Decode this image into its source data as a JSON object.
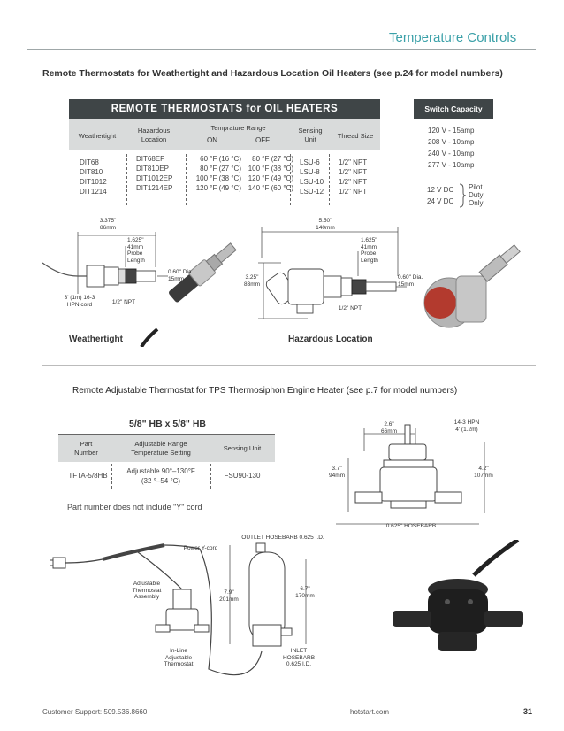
{
  "header": {
    "section": "Temperature Controls"
  },
  "oil": {
    "heading": "Remote Thermostats for Weathertight and Hazardous Location Oil Heaters (see p.24 for model numbers)",
    "table_title": "REMOTE THERMOSTATS for OIL HEATERS",
    "columns": {
      "weathertight": "Weathertight",
      "hazardous": "Hazardous\nLocation",
      "temp_range": "Temprature Range",
      "on": "ON",
      "off": "OFF",
      "sensing": "Sensing\nUnit",
      "thread": "Thread Size"
    },
    "rows": [
      {
        "weathertight": "DIT68",
        "hazardous": "DIT68EP",
        "on": "60 °F (16 °C)",
        "off": "80 °F (27 °C)",
        "sensing": "LSU-6",
        "thread": "1/2\" NPT"
      },
      {
        "weathertight": "DIT810",
        "hazardous": "DIT810EP",
        "on": "80 °F (27 °C)",
        "off": "100 °F (38 °C)",
        "sensing": "LSU-8",
        "thread": "1/2\" NPT"
      },
      {
        "weathertight": "DIT1012",
        "hazardous": "DIT1012EP",
        "on": "100 °F (38 °C)",
        "off": "120 °F (49 °C)",
        "sensing": "LSU-10",
        "thread": "1/2\" NPT"
      },
      {
        "weathertight": "DIT1214",
        "hazardous": "DIT1214EP",
        "on": "120 °F (49 °C)",
        "off": "140 °F (60 °C)",
        "sensing": "LSU-12",
        "thread": "1/2\" NPT"
      }
    ],
    "switch": {
      "title": "Switch Capacity",
      "ac": [
        "120 V - 15amp",
        "208 V - 10amp",
        "240 V - 10amp",
        "277 V - 10amp"
      ],
      "dc": [
        "12 V DC",
        "24 V DC"
      ],
      "dc_note": "Pilot\nDuty\nOnly"
    },
    "weathertight": {
      "caption": "Weathertight",
      "dim_len": "3.375\"\n86mm",
      "dim_probe": "1.625\"\n41mm\nProbe\nLength",
      "dim_dia": "0.60\" Dia.\n15mm",
      "cord": "3' (1m) 16-3\nHPN cord",
      "npt": "1/2\" NPT"
    },
    "hazardous": {
      "caption": "Hazardous Location",
      "dim_len": "5.50\"\n140mm",
      "dim_height": "3.25\"\n83mm",
      "dim_probe": "1.625\"\n41mm\nProbe\nLength",
      "dim_dia": "0.60\" Dia.\n15mm",
      "npt": "1/2\" NPT"
    }
  },
  "tps": {
    "heading": "Remote Adjustable Thermostat for TPS Thermosiphon Engine Heater (see p.7 for model numbers)",
    "table_title": "5/8\" HB x 5/8\" HB",
    "columns": {
      "part": "Part\nNumber",
      "range": "Adjustable Range\nTemperature Setting",
      "unit": "Sensing Unit"
    },
    "row": {
      "part": "TFTA-5/8HB",
      "range": "Adjustable 90°–130°F\n(32 °–54 °C)",
      "unit": "FSU90-130"
    },
    "note": "Part number does not include \"Y\" cord",
    "dims": {
      "width": "2.6\"\n66mm",
      "cord": "14-3 HPN\n4' (1.2m)",
      "h1": "3.7\"\n94mm",
      "h2": "4.2\"\n107mm",
      "hosebarb": "0.625\" HOSEBARB"
    },
    "diagram": {
      "power_cord": "Power Y-cord",
      "outlet": "OUTLET HOSEBARB 0.625 I.D.",
      "assembly": "Adjustable\nThermostat\nAssembly",
      "h1": "7.9\"\n201mm",
      "h2": "6.7\"\n170mm",
      "inline": "In-Line\nAdjustable\nThermostat",
      "inlet": "INLET\nHOSEBARB\n0.625 I.D."
    }
  },
  "footer": {
    "support": "Customer Support: 509.536.8660",
    "site": "hotstart.com",
    "page": "31"
  }
}
